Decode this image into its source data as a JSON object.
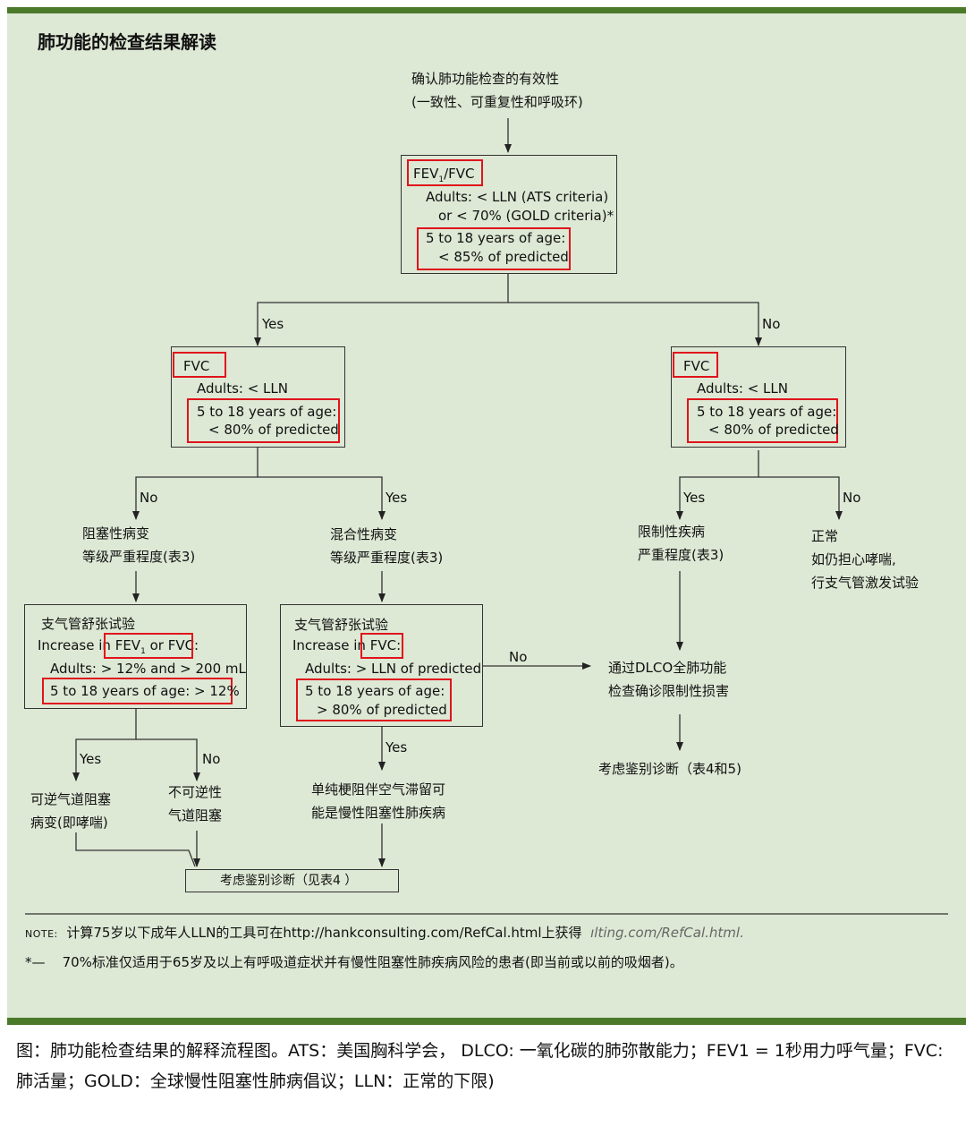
{
  "title": "肺功能的检查结果解读",
  "top": {
    "line1": "确认肺功能检查的有效性",
    "line2": "(一致性、可重复性和呼吸环)"
  },
  "box1": {
    "fev_label": "FEV",
    "fev_sub": "1",
    "fvc_label": "/FVC",
    "adults1": "Adults: < LLN (ATS criteria)",
    "adults2": "or < 70% (GOLD criteria)*",
    "age1": "5 to 18 years of age:",
    "age2": "< 85% of predicted"
  },
  "branch_labels": {
    "yes": "Yes",
    "no": "No"
  },
  "box_fvc_left": {
    "label": "FVC",
    "adults": "Adults: < LLN",
    "age1": "5 to 18 years of age:",
    "age2": "< 80% of predicted"
  },
  "box_fvc_right": {
    "label": "FVC",
    "adults": "Adults: < LLN",
    "age1": "5 to 18 years of age:",
    "age2": "< 80% of predicted"
  },
  "obstructive": {
    "line1": "阻塞性病变",
    "line2": "等级严重程度(表3)"
  },
  "mixed": {
    "line1": "混合性病变",
    "line2": "等级严重程度(表3)"
  },
  "restrictive": {
    "line1": "限制性疾病",
    "line2": "严重程度(表3)"
  },
  "normal": {
    "line1": "正常",
    "line2": "如仍担心哮喘,",
    "line3": "行支气管激发试验"
  },
  "bd_left": {
    "title": "支气管舒张试验",
    "inc_prefix": "Increase in ",
    "inc_fev": "FEV",
    "inc_sub": "1",
    "inc_fvc": " or FVC:",
    "adults": "Adults: > 12% and > 200 mL",
    "age": "5 to 18 years of age: > 12%"
  },
  "bd_mid": {
    "title": "支气管舒张试验",
    "inc_prefix": "Increase in ",
    "inc_fvc": "FVC:",
    "adults": "Adults: > LLN of predicted",
    "age1": "5 to 18 years of age:",
    "age2": "> 80% of predicted"
  },
  "dlco": {
    "line1": "通过DLCO全肺功能",
    "line2": "检查确诊限制性损害"
  },
  "diff_right": "考虑鉴别诊断（表4和5)",
  "reversible": {
    "line1": "可逆气道阻塞",
    "line2": "病变(即哮喘)"
  },
  "irreversible": {
    "line1": "不可逆性",
    "line2": "气道阻塞"
  },
  "copd": {
    "line1": "单纯梗阻伴空气滞留可",
    "line2": "能是慢性阻塞性肺疾病"
  },
  "diff_bottom": "考虑鉴别诊断（见表4 ）",
  "note": {
    "label": "NOTE:",
    "text": "计算75岁以下成年人LLN的工具可在http://hankconsulting.com/RefCal.html上获得",
    "faded": "ılting.com/RefCal.html.",
    "star": "*—",
    "star_text": "70%标准仅适用于65岁及以上有呼吸道症状并有慢性阻塞性肺疾病风险的患者(即当前或以前的吸烟者)。"
  },
  "caption": "图：肺功能检查结果的解释流程图。ATS：美国胸科学会， DLCO: 一氧化碳的肺弥散能力；FEV1 = 1秒用力呼气量；FVC: 肺活量；GOLD：全球慢性阻塞性肺病倡议；LLN：正常的下限)"
}
